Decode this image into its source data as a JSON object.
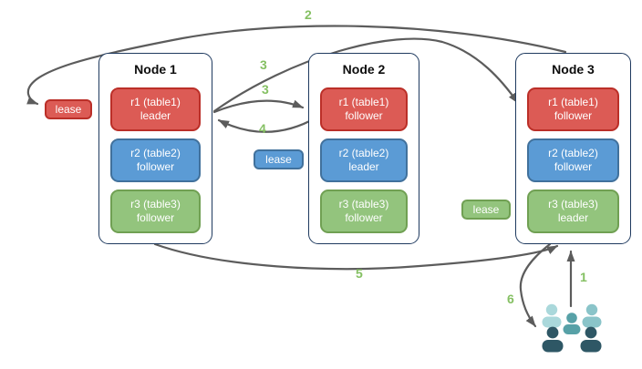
{
  "nodes": [
    {
      "title": "Node 1",
      "replicas": [
        {
          "name": "r1 (table1)",
          "role": "leader",
          "color": "red"
        },
        {
          "name": "r2 (table2)",
          "role": "follower",
          "color": "blue"
        },
        {
          "name": "r3 (table3)",
          "role": "follower",
          "color": "green"
        }
      ]
    },
    {
      "title": "Node 2",
      "replicas": [
        {
          "name": "r1 (table1)",
          "role": "follower",
          "color": "red"
        },
        {
          "name": "r2 (table2)",
          "role": "leader",
          "color": "blue"
        },
        {
          "name": "r3 (table3)",
          "role": "follower",
          "color": "green"
        }
      ]
    },
    {
      "title": "Node 3",
      "replicas": [
        {
          "name": "r1 (table1)",
          "role": "follower",
          "color": "red"
        },
        {
          "name": "r2 (table2)",
          "role": "follower",
          "color": "blue"
        },
        {
          "name": "r3 (table3)",
          "role": "leader",
          "color": "green"
        }
      ]
    }
  ],
  "leases": [
    {
      "label": "lease",
      "color": "red"
    },
    {
      "label": "lease",
      "color": "blue"
    },
    {
      "label": "lease",
      "color": "green"
    }
  ],
  "steps": [
    {
      "text": "1"
    },
    {
      "text": "2"
    },
    {
      "text": "3"
    },
    {
      "text": "3"
    },
    {
      "text": "4"
    },
    {
      "text": "5"
    },
    {
      "text": "6"
    }
  ],
  "icons": {
    "users_group": "users-group-icon"
  },
  "colors": {
    "red_fill": "#DC5B55",
    "red_border": "#BB2F28",
    "blue_fill": "#5B9BD5",
    "blue_border": "#41719C",
    "green_fill": "#93C47D",
    "green_border": "#70A053",
    "node_border": "#1F3A5F",
    "arrow": "#5C5C5C",
    "step_green": "#85C063",
    "user_light": "#AAD8DB",
    "user_light2": "#8AC4C9",
    "user_mid": "#57A1A7",
    "user_dark": "#2E5765"
  }
}
